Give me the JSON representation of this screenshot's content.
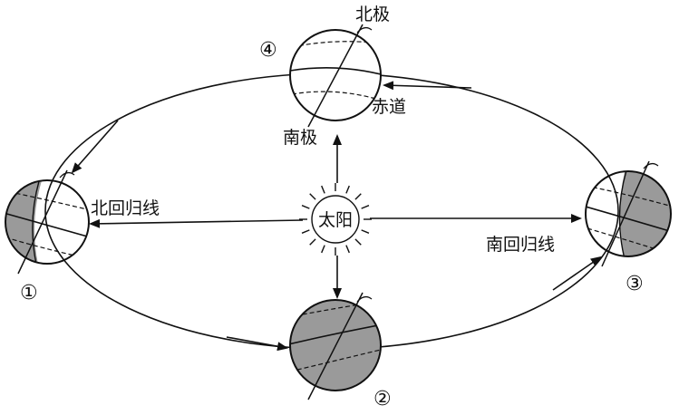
{
  "sun": {
    "label": "太阳"
  },
  "labels": {
    "north_pole": "北极",
    "south_pole": "南极",
    "equator": "赤道",
    "tropic_of_cancer": "北回归线",
    "tropic_of_capricorn": "南回归线"
  },
  "positions": [
    {
      "id": "1",
      "marker": "①"
    },
    {
      "id": "2",
      "marker": "②"
    },
    {
      "id": "3",
      "marker": "③"
    },
    {
      "id": "4",
      "marker": "④"
    }
  ],
  "colors": {
    "ink": "#111111",
    "shade": "#9a9a9a",
    "background": "#ffffff"
  }
}
